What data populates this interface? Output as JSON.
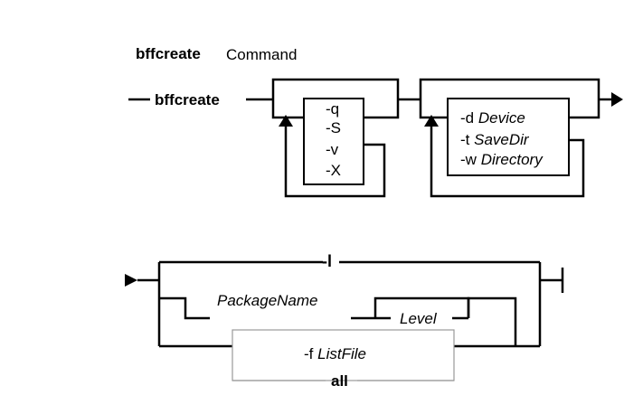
{
  "title": {
    "command": "bffcreate",
    "suffix": "Command"
  },
  "syntax": {
    "command": "bffcreate",
    "flags_group": [
      "-q",
      "-S",
      "-v",
      "-X"
    ],
    "options_group": [
      {
        "flag": "-d",
        "arg": "Device"
      },
      {
        "flag": "-t",
        "arg": "SaveDir"
      },
      {
        "flag": "-w",
        "arg": "Directory"
      }
    ],
    "line2": {
      "list_flag": "-l",
      "package_name": "PackageName",
      "level": "Level",
      "list_file_flag": "-f",
      "list_file_arg": "ListFile",
      "all": "all"
    }
  },
  "colors": {
    "line": "#000000",
    "box_border": "#999999",
    "background": "#ffffff"
  }
}
